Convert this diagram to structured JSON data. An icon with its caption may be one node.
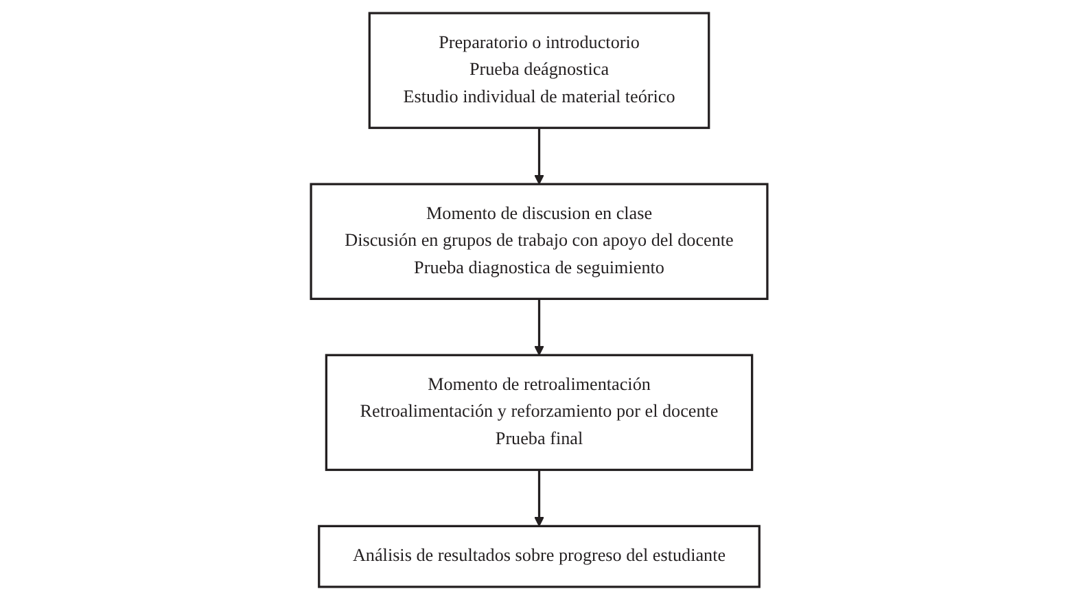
{
  "diagram": {
    "nodes": [
      {
        "text": [
          "Preparatorio o introductorio",
          "Prueba deágnostica",
          "Estudio individual de material teórico"
        ]
      },
      {
        "text": [
          "Momento de discusion en clase",
          "Discusión en grupos de trabajo con apoyo del docente",
          "Prueba diagnostica de seguimiento"
        ]
      },
      {
        "text": [
          "Momento de retroalimentación",
          "Retroalimentación y reforzamiento por el docente",
          "Prueba final"
        ]
      },
      {
        "text": [
          "Análisis de resultados sobre progreso del estudiante"
        ]
      }
    ],
    "edges": [
      {
        "from": 0,
        "to": 1,
        "arrow": "to"
      },
      {
        "from": 1,
        "to": 2,
        "arrow": "to"
      },
      {
        "from": 2,
        "to": 3,
        "arrow": "to"
      }
    ]
  }
}
